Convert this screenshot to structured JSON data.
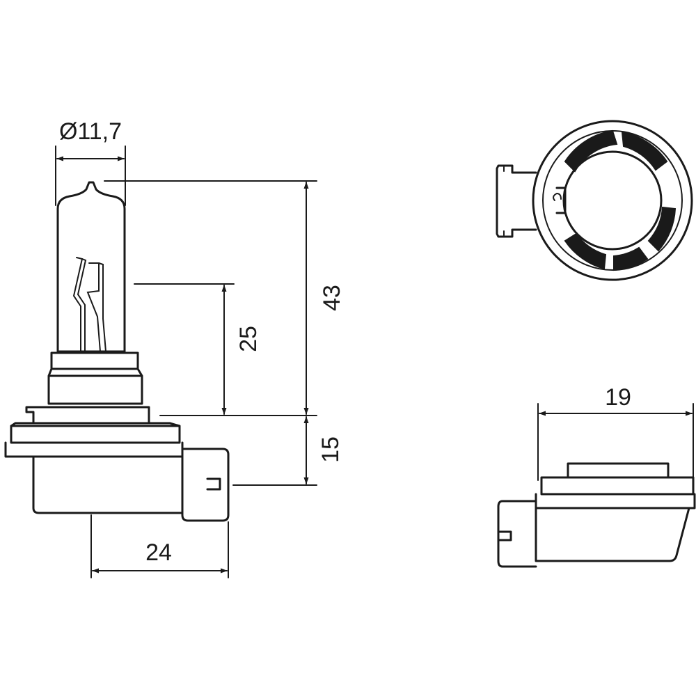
{
  "dimensions": {
    "diameter": "Ø11,7",
    "bulb_height": "43",
    "filament_height": "25",
    "base_height": "15",
    "base_width": "24",
    "flange_width": "19"
  },
  "colors": {
    "line": "#1a1a1a",
    "background": "#ffffff"
  }
}
